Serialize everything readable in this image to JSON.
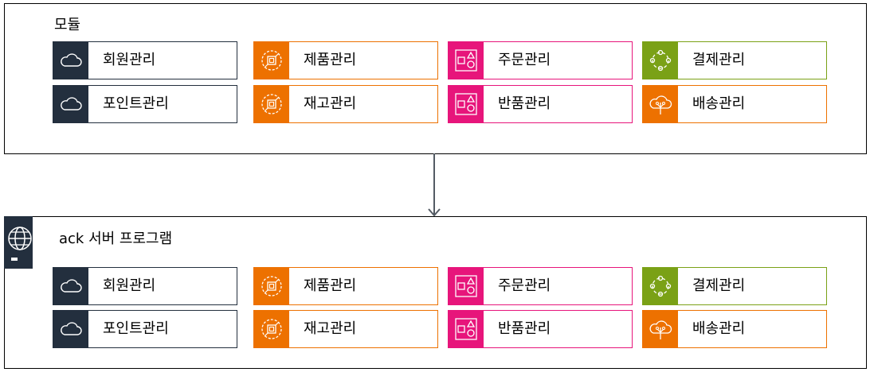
{
  "groups": [
    {
      "title": "모듈",
      "modules": [
        {
          "label": "회원관리",
          "icon": "cloud-icon",
          "color": "#232F3E"
        },
        {
          "label": "제품관리",
          "icon": "compute-chip-icon",
          "color": "#ED7100"
        },
        {
          "label": "주문관리",
          "icon": "shapes-icon",
          "color": "#E7157B"
        },
        {
          "label": "결제관리",
          "icon": "cycle-nodes-icon",
          "color": "#7AA116"
        },
        {
          "label": "포인트관리",
          "icon": "cloud-icon",
          "color": "#232F3E"
        },
        {
          "label": "재고관리",
          "icon": "compute-chip-icon",
          "color": "#ED7100"
        },
        {
          "label": "반품관리",
          "icon": "shapes-icon",
          "color": "#E7157B"
        },
        {
          "label": "배송관리",
          "icon": "cloud-tree-icon",
          "color": "#ED7100"
        }
      ]
    },
    {
      "title": "ack 서버 프로그램",
      "icon": "globe-server-icon",
      "modules": [
        {
          "label": "회원관리",
          "icon": "cloud-icon",
          "color": "#232F3E"
        },
        {
          "label": "제품관리",
          "icon": "compute-chip-icon",
          "color": "#ED7100"
        },
        {
          "label": "주문관리",
          "icon": "shapes-icon",
          "color": "#E7157B"
        },
        {
          "label": "결제관리",
          "icon": "cycle-nodes-icon",
          "color": "#7AA116"
        },
        {
          "label": "포인트관리",
          "icon": "cloud-icon",
          "color": "#232F3E"
        },
        {
          "label": "재고관리",
          "icon": "compute-chip-icon",
          "color": "#ED7100"
        },
        {
          "label": "반품관리",
          "icon": "shapes-icon",
          "color": "#E7157B"
        },
        {
          "label": "배송관리",
          "icon": "cloud-tree-icon",
          "color": "#ED7100"
        }
      ]
    }
  ],
  "connector": {
    "from": "모듈",
    "to": "ack 서버 프로그램",
    "color": "#545B64"
  }
}
